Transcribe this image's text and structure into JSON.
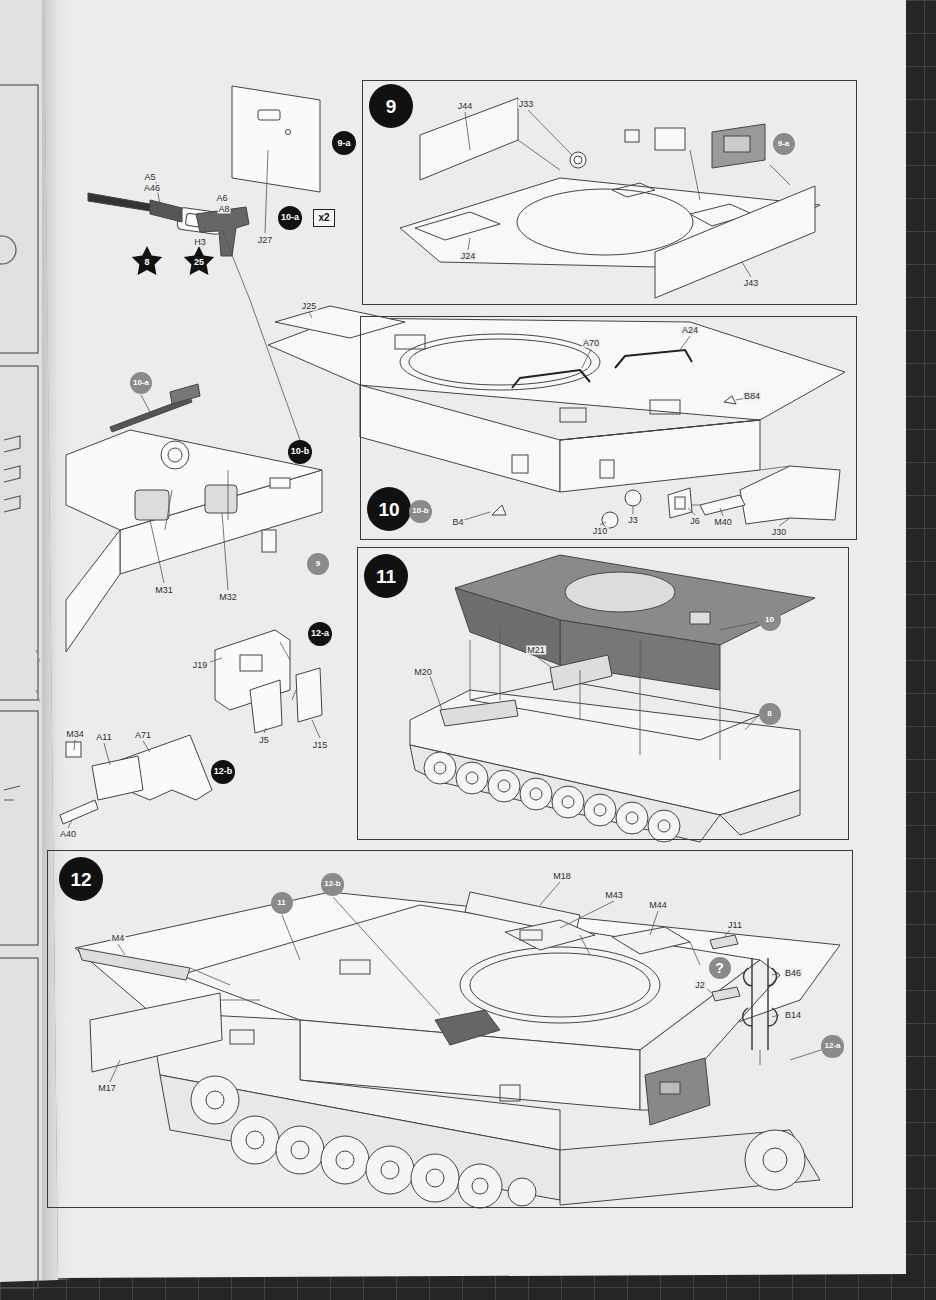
{
  "diagram": {
    "nodes": [
      {
        "text": [
          "9"
        ]
      },
      {
        "text": [
          "9-a"
        ],
        "in": 0
      },
      {
        "text": [
          "9-a"
        ]
      },
      {
        "text": [
          "10-a"
        ]
      },
      {
        "text": [
          "x2"
        ]
      },
      {
        "text": [
          "8"
        ]
      },
      {
        "text": [
          "25"
        ]
      },
      {
        "text": [
          "10"
        ]
      },
      {
        "text": [
          "10-b"
        ],
        "in": 7
      },
      {
        "text": [
          "10-a"
        ]
      },
      {
        "text": [
          "10-b"
        ]
      },
      {
        "text": [
          "9"
        ]
      },
      {
        "text": [
          "11"
        ]
      },
      {
        "text": [
          "10"
        ],
        "in": 12
      },
      {
        "text": [
          "8"
        ],
        "in": 12
      },
      {
        "text": [
          "12-a"
        ]
      },
      {
        "text": [
          "12-b"
        ]
      },
      {
        "text": [
          "12"
        ]
      },
      {
        "text": [
          "12-b"
        ],
        "in": 17
      },
      {
        "text": [
          "11"
        ],
        "in": 17
      },
      {
        "text": [
          "?"
        ],
        "in": 17
      },
      {
        "text": [
          "12-a"
        ],
        "in": 17
      }
    ],
    "labels": [
      "H3",
      "J27",
      "A5",
      "A46",
      "A6",
      "A8",
      "J44",
      "J33",
      "J24",
      "J43",
      "J25",
      "A70",
      "A24",
      "B84",
      "B4",
      "J10",
      "J3",
      "J6",
      "M40",
      "J30",
      "M31",
      "M32",
      "J19",
      "J5",
      "J15",
      "M34",
      "A11",
      "A71",
      "A40",
      "M21",
      "M20",
      "M18",
      "M43",
      "M44",
      "J11",
      "B46",
      "B14",
      "J2",
      "M4",
      "M17"
    ]
  }
}
